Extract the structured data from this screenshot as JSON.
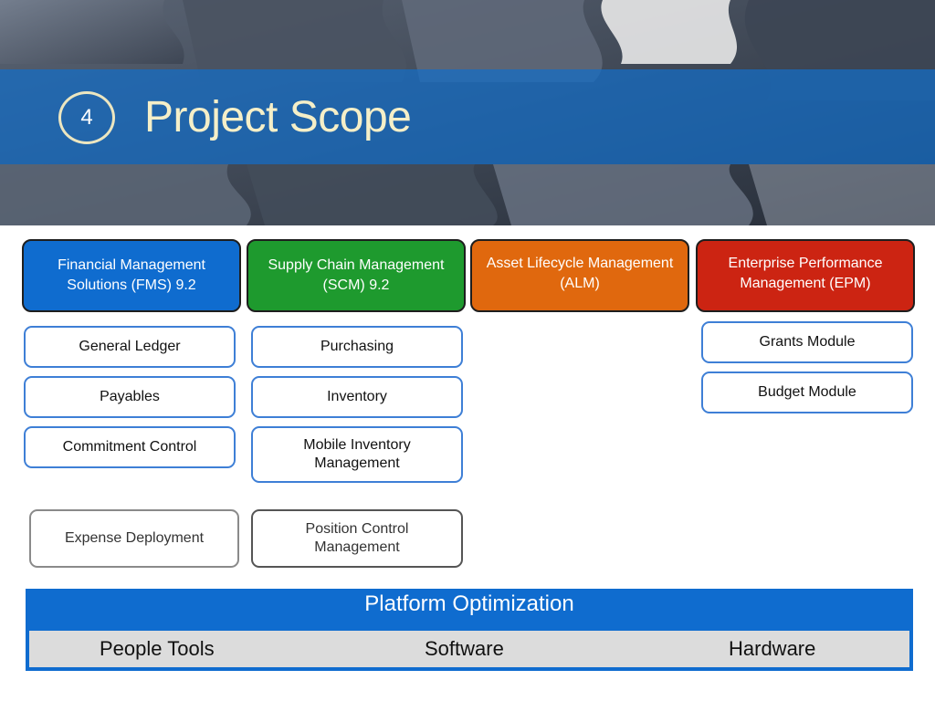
{
  "header": {
    "step_number": "4",
    "title": "Project Scope"
  },
  "categories": [
    {
      "label": "Financial Management Solutions (FMS) 9.2",
      "color": "#0f6ccf"
    },
    {
      "label": "Supply Chain Management (SCM) 9.2",
      "color": "#1e9a2e"
    },
    {
      "label": "Asset Lifecycle Management (ALM)",
      "color": "#e0680e"
    },
    {
      "label": "Enterprise Performance Management (EPM)",
      "color": "#cc2412"
    }
  ],
  "modules": {
    "fms": [
      "General Ledger",
      "Payables",
      "Commitment Control",
      "Expense Deployment"
    ],
    "scm": [
      "Purchasing",
      "Inventory",
      "Mobile Inventory Management",
      "Position Control Management"
    ],
    "epm": [
      "Grants Module",
      "Budget Module"
    ]
  },
  "platform": {
    "title": "Platform Optimization",
    "items": [
      "People Tools",
      "Software",
      "Hardware"
    ],
    "color": "#0f6ccf"
  }
}
